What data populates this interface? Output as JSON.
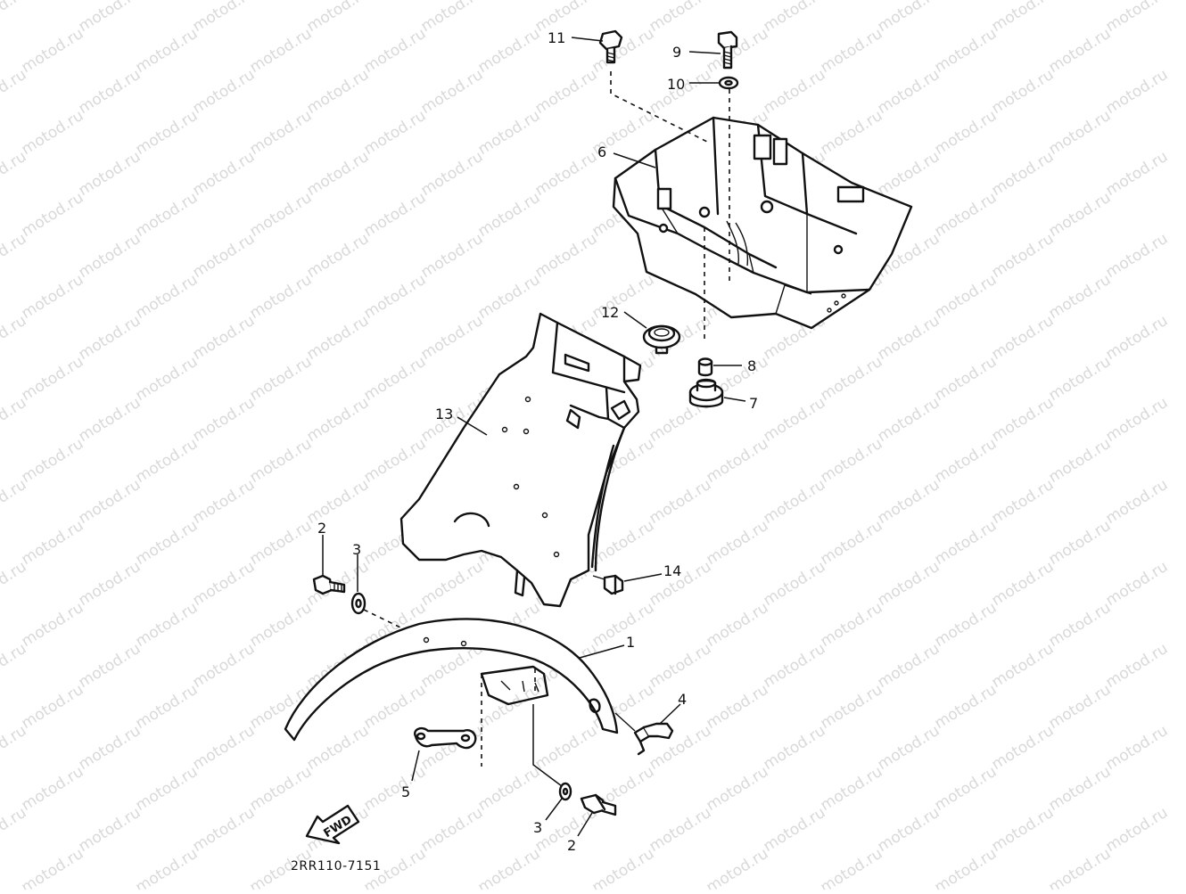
{
  "watermark": {
    "text": "motod.ru",
    "color": "#d9d9d9"
  },
  "drawing_code": "2RR110-7151",
  "fwd_label": "FWD",
  "colors": {
    "line": "#111111",
    "background": "#ffffff"
  },
  "callouts": [
    {
      "id": "c11",
      "label": "11"
    },
    {
      "id": "c9",
      "label": "9"
    },
    {
      "id": "c10",
      "label": "10"
    },
    {
      "id": "c6",
      "label": "6"
    },
    {
      "id": "c12",
      "label": "12"
    },
    {
      "id": "c8",
      "label": "8"
    },
    {
      "id": "c7",
      "label": "7"
    },
    {
      "id": "c13",
      "label": "13"
    },
    {
      "id": "c2a",
      "label": "2"
    },
    {
      "id": "c3a",
      "label": "3"
    },
    {
      "id": "c14",
      "label": "14"
    },
    {
      "id": "c1",
      "label": "1"
    },
    {
      "id": "c4",
      "label": "4"
    },
    {
      "id": "c5",
      "label": "5"
    },
    {
      "id": "c3b",
      "label": "3"
    },
    {
      "id": "c2b",
      "label": "2"
    }
  ]
}
